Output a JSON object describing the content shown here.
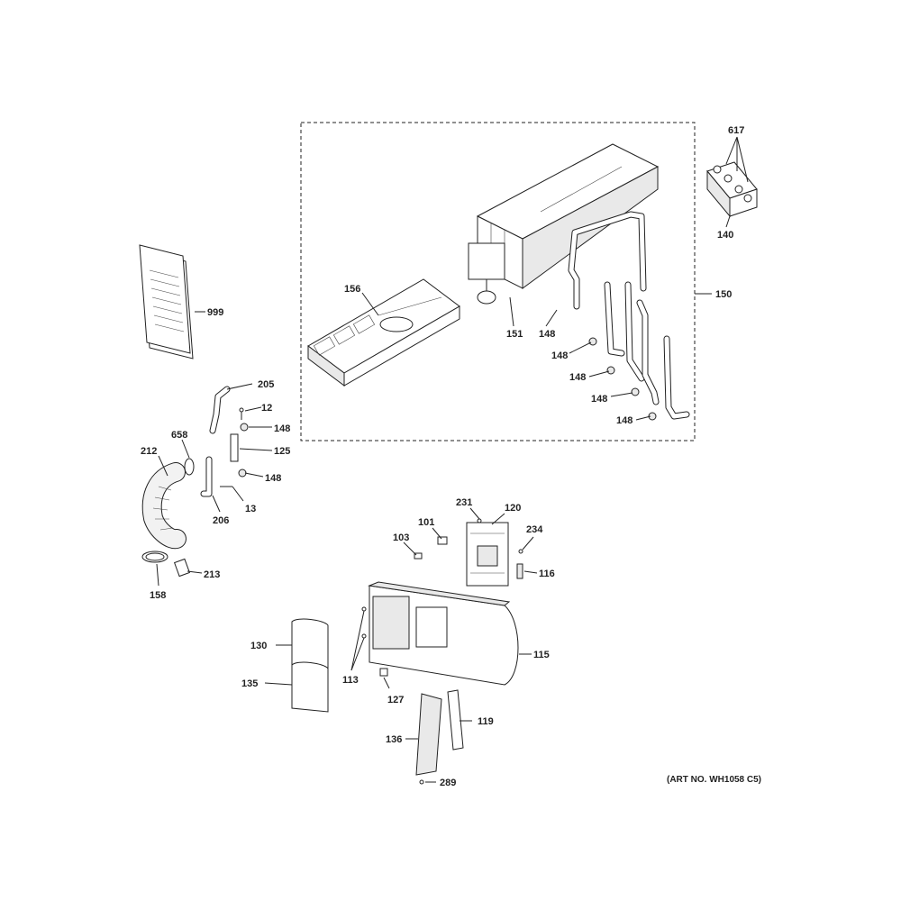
{
  "diagram": {
    "art_number": "(ART NO. WH1058 C5)",
    "callouts": {
      "c617": "617",
      "c140": "140",
      "c150": "150",
      "c156": "156",
      "c151": "151",
      "c148a": "148",
      "c148b": "148",
      "c148c": "148",
      "c148d": "148",
      "c148e": "148",
      "c148f": "148",
      "c148g": "148",
      "c999": "999",
      "c205": "205",
      "c12": "12",
      "c125": "125",
      "c658": "658",
      "c212": "212",
      "c206": "206",
      "c13": "13",
      "c213": "213",
      "c158": "158",
      "c231": "231",
      "c120": "120",
      "c101": "101",
      "c234": "234",
      "c103": "103",
      "c116": "116",
      "c130": "130",
      "c135": "135",
      "c115": "115",
      "c113": "113",
      "c127": "127",
      "c119": "119",
      "c136": "136",
      "c289": "289"
    }
  }
}
